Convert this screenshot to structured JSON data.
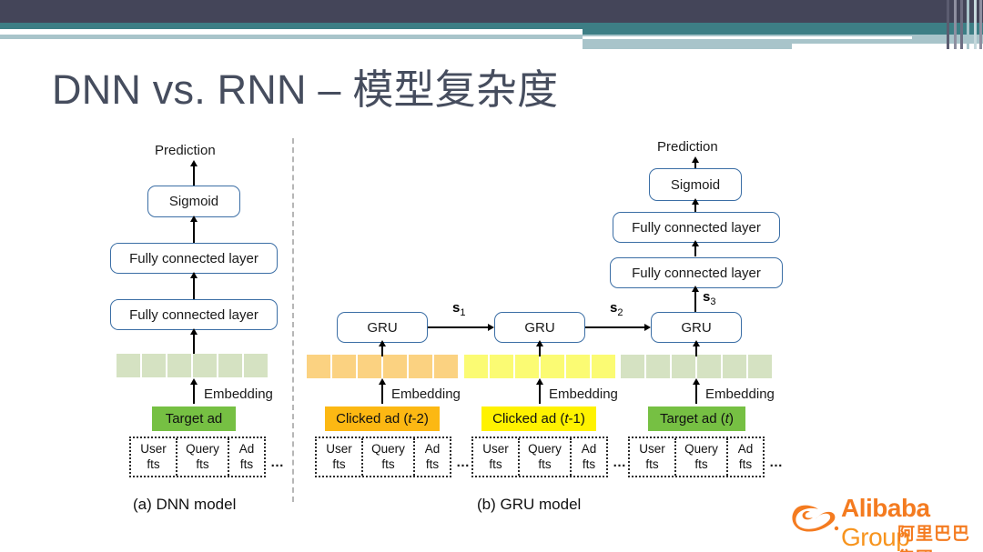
{
  "slide": {
    "title": "DNN vs. RNN – 模型复杂度",
    "accent_dark": "#444559",
    "accent_teal": "#3d7e85",
    "accent_light": "#a8c4ca",
    "box_border": "#3b6ea5"
  },
  "dnn": {
    "caption": "(a) DNN model",
    "prediction_label": "Prediction",
    "sigmoid_label": "Sigmoid",
    "fc1_label": "Fully connected layer",
    "fc2_label": "Fully connected layer",
    "embedding_label": "Embedding",
    "ad_label": "Target ad",
    "ad_color": "#76c043",
    "embedding_cells": 6,
    "embedding_cell_color": "#d5e2c2",
    "features": {
      "user": "User",
      "user2": "fts",
      "query": "Query",
      "query2": "fts",
      "ad": "Ad",
      "ad2": "fts",
      "dots": "…"
    }
  },
  "gru": {
    "caption": "(b) GRU model",
    "prediction_label": "Prediction",
    "sigmoid_label": "Sigmoid",
    "fc1_label": "Fully connected layer",
    "fc2_label": "Fully connected layer",
    "cell_label": "GRU",
    "state_1": "s",
    "state_1_sub": "1",
    "state_2": "s",
    "state_2_sub": "2",
    "state_3": "s",
    "state_3_sub": "3",
    "embedding_label": "Embedding",
    "steps": [
      {
        "ad_prefix": "Clicked ad (",
        "ad_var": "t",
        "ad_suffix": "-2)",
        "ad_color": "#fcb813",
        "embedding_cells": 6,
        "embedding_cell_color": "#fbd281"
      },
      {
        "ad_prefix": "Clicked ad (",
        "ad_var": "t",
        "ad_suffix": "-1)",
        "ad_color": "#fff200",
        "embedding_cells": 6,
        "embedding_cell_color": "#fbfb73"
      },
      {
        "ad_prefix": "Target ad (",
        "ad_var": "t",
        "ad_suffix": ")",
        "ad_color": "#76c043",
        "embedding_cells": 6,
        "embedding_cell_color": "#d5e2c2"
      }
    ],
    "features": {
      "user": "User",
      "user2": "fts",
      "query": "Query",
      "query2": "fts",
      "ad": "Ad",
      "ad2": "fts",
      "dots": "…"
    }
  },
  "logo": {
    "name": "Alibaba",
    "group": " Group",
    "chinese": "阿里巴巴集团"
  }
}
